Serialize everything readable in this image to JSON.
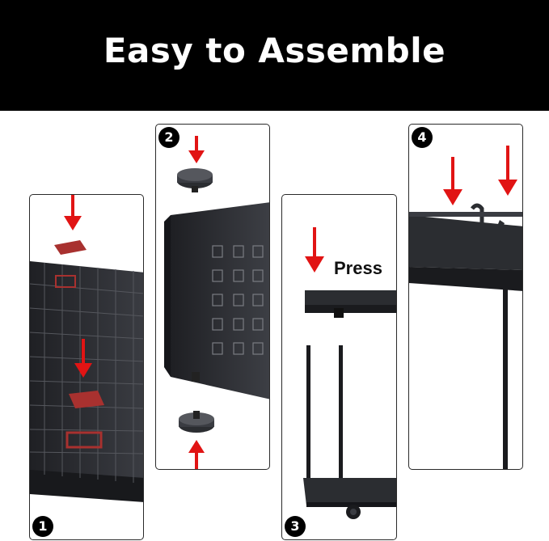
{
  "banner": {
    "title": "Easy to Assemble"
  },
  "steps": [
    {
      "number": "1"
    },
    {
      "number": "2"
    },
    {
      "number": "3",
      "label": "Press"
    },
    {
      "number": "4"
    }
  ],
  "colors": {
    "banner_bg": "#000000",
    "banner_text": "#ffffff",
    "arrow_red": "#e11414",
    "product_dark": "#2b2d31",
    "pad_red": "#a8312f"
  }
}
